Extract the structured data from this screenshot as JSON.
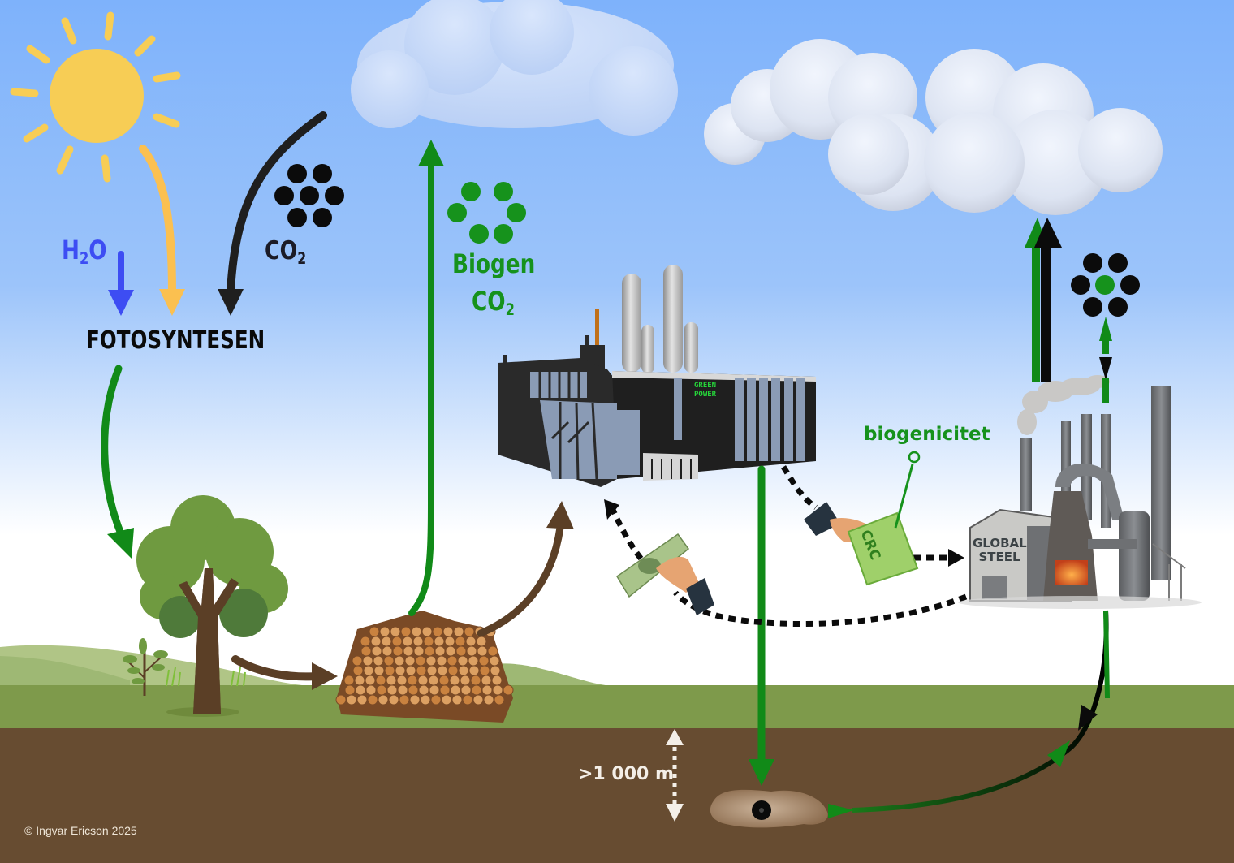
{
  "diagram": {
    "title": "Biogenic carbon capture and CRC trading cycle",
    "colors": {
      "sky_top": "#7fb3fb",
      "sky_bottom": "#ffffff",
      "grass": "#7e9a4b",
      "hill": "#a9c07a",
      "soil": "#674c31",
      "biogenic_green": "#118a18",
      "fossil_black": "#111111",
      "water_blue": "#3d4df3",
      "sun_yellow": "#f7cd55",
      "wood_brown": "#5b3f26"
    },
    "labels": {
      "h2o_main": "H",
      "h2o_sub": "2",
      "h2o_end": "O",
      "co2_main": "CO",
      "co2_sub": "2",
      "photosynthesis": "FOTOSYNTESEN",
      "biogen_line1": "Biogen",
      "biogen_co2_main": "CO",
      "biogen_co2_sub": "2",
      "biogenicity": "biogenicitet",
      "depth": ">1 000 m",
      "copyright": "© Ingvar Ericson 2025",
      "power_plant_line1": "GREEN",
      "power_plant_line2": "POWER",
      "steel_line1": "GLOBAL",
      "steel_line2": "STEEL",
      "certificate": "CRC"
    },
    "nodes": [
      {
        "id": "sun",
        "label": "Sun",
        "icon": "sun-icon"
      },
      {
        "id": "tree",
        "label": "Tree",
        "icon": "tree-icon"
      },
      {
        "id": "woodpile",
        "label": "Wood pile",
        "icon": "woodpile-icon"
      },
      {
        "id": "power-plant",
        "label": "GREEN POWER",
        "icon": "factory-icon"
      },
      {
        "id": "steel-plant",
        "label": "GLOBAL STEEL",
        "icon": "steel-plant-icon"
      },
      {
        "id": "storage",
        "label": "Geological storage",
        "icon": "storage-icon"
      },
      {
        "id": "cloud-left",
        "label": "Atmosphere",
        "icon": "cloud-icon"
      },
      {
        "id": "cloud-right",
        "label": "Atmosphere",
        "icon": "cloud-icon"
      }
    ],
    "flows": [
      {
        "from": "water",
        "to": "photosynthesis",
        "type": "H2O"
      },
      {
        "from": "sun",
        "to": "photosynthesis",
        "type": "sunlight"
      },
      {
        "from": "atmosphere",
        "to": "photosynthesis",
        "type": "CO2"
      },
      {
        "from": "photosynthesis",
        "to": "tree",
        "type": "biogenic"
      },
      {
        "from": "tree",
        "to": "woodpile",
        "type": "biomass"
      },
      {
        "from": "woodpile",
        "to": "cloud-left",
        "type": "biogenic CO2"
      },
      {
        "from": "woodpile",
        "to": "power-plant",
        "type": "biomass"
      },
      {
        "from": "power-plant",
        "to": "storage",
        "type": "captured biogenic CO2"
      },
      {
        "from": "power-plant",
        "to": "steel-plant",
        "type": "CRC certificate (dashed)"
      },
      {
        "from": "steel-plant",
        "to": "power-plant",
        "type": "payment (dashed)"
      },
      {
        "from": "steel-plant",
        "to": "cloud-right",
        "type": "fossil + biogenic CO2"
      },
      {
        "from": "steel-plant",
        "to": "storage",
        "type": "CO2 exchange"
      }
    ]
  }
}
